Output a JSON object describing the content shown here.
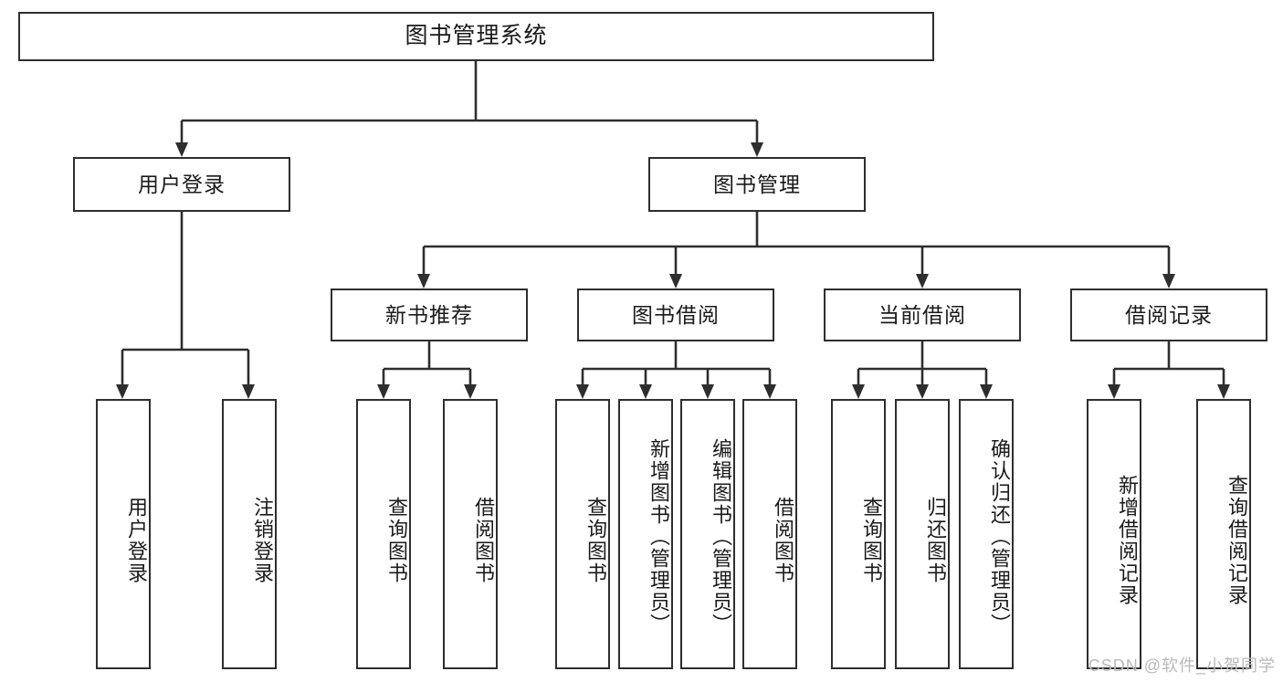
{
  "diagram": {
    "type": "hierarchy-tree",
    "title": "图书管理系统",
    "watermark": "CSDN @软件_小贺同学",
    "root": {
      "label": "图书管理系统"
    },
    "level2": [
      {
        "label": "用户登录"
      },
      {
        "label": "图书管理"
      }
    ],
    "level3": [
      {
        "label": "新书推荐"
      },
      {
        "label": "图书借阅"
      },
      {
        "label": "当前借阅"
      },
      {
        "label": "借阅记录"
      }
    ],
    "leaves": {
      "user_login": [
        {
          "label": "用户登录"
        },
        {
          "label": "注销登录"
        }
      ],
      "new_book_recommend": [
        {
          "label": "查询图书"
        },
        {
          "label": "借阅图书"
        }
      ],
      "book_borrow": [
        {
          "label": "查询图书"
        },
        {
          "label": "新增图书（管理员）"
        },
        {
          "label": "编辑图书（管理员）"
        },
        {
          "label": "借阅图书"
        }
      ],
      "current_borrow": [
        {
          "label": "查询图书"
        },
        {
          "label": "归还图书"
        },
        {
          "label": "确认归还（管理员）"
        }
      ],
      "borrow_record": [
        {
          "label": "新增借阅记录"
        },
        {
          "label": "查询借阅记录"
        }
      ]
    },
    "colors": {
      "stroke": "#2e2e2e",
      "fill": "#ffffff",
      "text": "#1a1a1a",
      "watermark": "#b9b9b9"
    }
  }
}
